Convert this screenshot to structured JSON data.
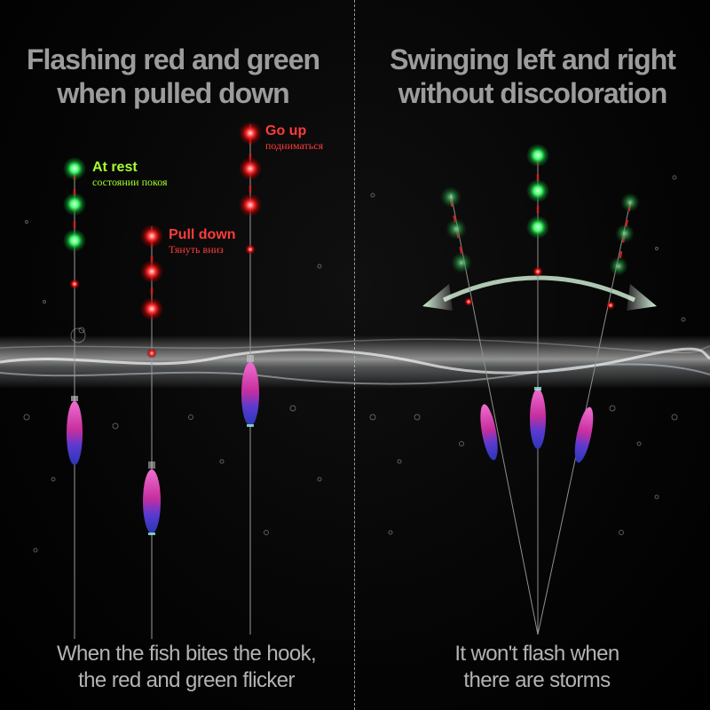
{
  "left_panel": {
    "title_line1": "Flashing red and green",
    "title_line2": "when pulled down",
    "caption_line1": "When the fish bites the hook,",
    "caption_line2": "the red and green flicker",
    "labels": {
      "at_rest_en": "At rest",
      "at_rest_ru": "состоянии покоя",
      "pull_down_en": "Pull down",
      "pull_down_ru": "Тянуть вниз",
      "go_up_en": "Go up",
      "go_up_ru": "подниматься"
    }
  },
  "right_panel": {
    "title_line1": "Swinging left and right",
    "title_line2": "without discoloration",
    "caption_line1": "It won't flash when",
    "caption_line2": "there are storms"
  },
  "colors": {
    "title_gray": "#9c9c9c",
    "caption_gray": "#b3b3b3",
    "green_led": "#3dff6a",
    "red_led": "#ff2a2a",
    "label_green": "#a7ff2e",
    "label_red": "#ff3b3b",
    "float_pink": "#e04aa8",
    "float_blue": "#3346c8"
  }
}
